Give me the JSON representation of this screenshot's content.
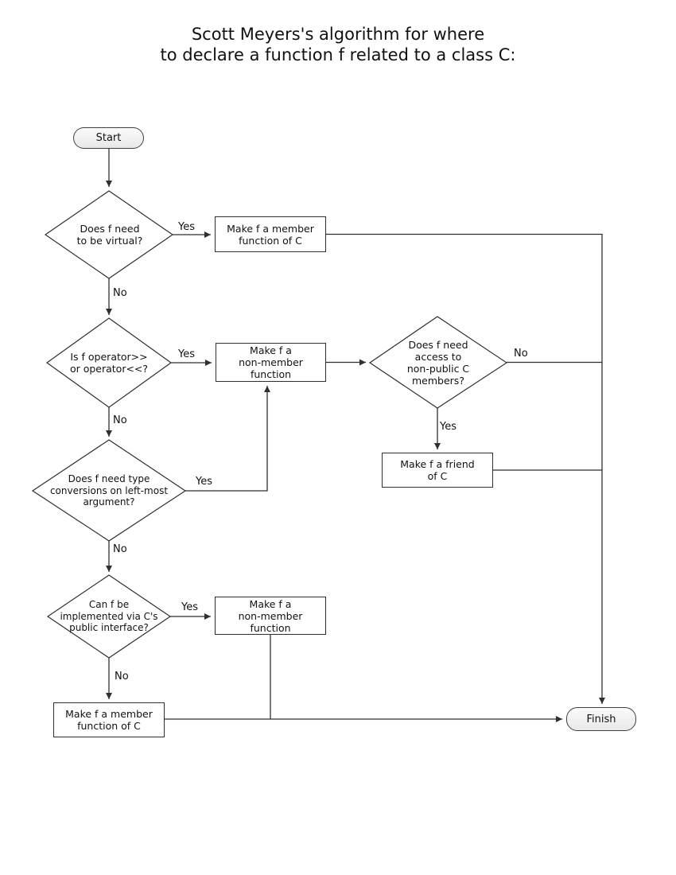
{
  "title": "Scott Meyers's algorithm for where\nto declare a function f related to a class C:",
  "nodes": {
    "start": "Start",
    "finish": "Finish",
    "decision_virtual": "Does f need\nto be virtual?",
    "decision_operator": "Is f operator>>\nor operator<<?",
    "decision_access": "Does f need\naccess to\nnon-public C\nmembers?",
    "decision_conversions": "Does f need type\nconversions on left-most\nargument?",
    "decision_interface": "Can f be\nimplemented via C's\npublic interface?",
    "box_member_top": "Make f a member\nfunction of C",
    "box_nonmember_mid": "Make f a\nnon-member\nfunction",
    "box_friend": "Make f a friend\nof C",
    "box_nonmember_bottom": "Make f a\nnon-member\nfunction",
    "box_member_bottom": "Make f a member\nfunction of C"
  },
  "edge_labels": {
    "virtual_yes": "Yes",
    "virtual_no": "No",
    "operator_yes": "Yes",
    "operator_no": "No",
    "access_no": "No",
    "access_yes": "Yes",
    "conversions_yes": "Yes",
    "conversions_no": "No",
    "interface_yes": "Yes",
    "interface_no": "No"
  },
  "colors": {
    "background": "#ffffff",
    "line": "#2f2f2f",
    "node_border": "#2f2f2f",
    "node_fill": "#ffffff",
    "terminal_fill": "#f2f2f2",
    "text": "#111111"
  }
}
